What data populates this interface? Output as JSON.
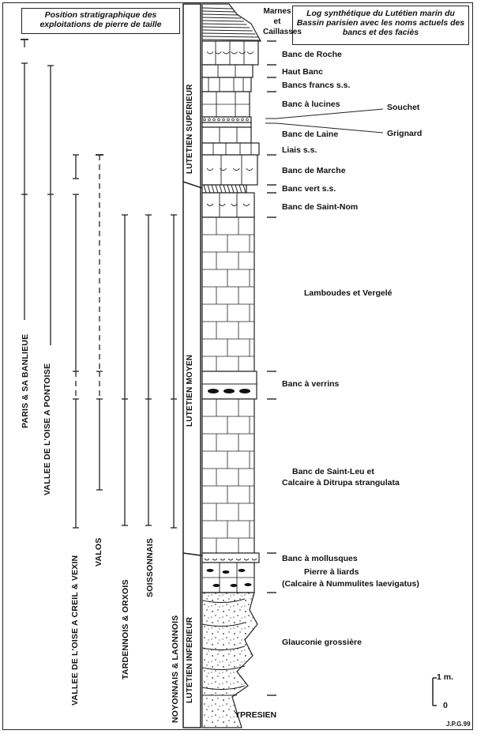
{
  "left_box_title": "Position stratigraphique des exploitations de pierre de taille",
  "right_box_title": "Log synthétique du Lutétien marin du Bassin parisien avec les noms actuels des bancs et des faciès",
  "top_label": "Marnes et Caillasses",
  "regions": [
    {
      "label": "PARIS & SA BANLIEUE"
    },
    {
      "label": "VALLEE DE L'OISE A PONTOISE"
    },
    {
      "label": "VALLEE DE L'OISE A CREIL & VEXIN"
    },
    {
      "label": "VALOS"
    },
    {
      "label": "TARDENNOIS & ORXOIS"
    },
    {
      "label": "SOISSONNAIS"
    },
    {
      "label": "NOYONNAIS & LAONNOIS"
    }
  ],
  "stages": {
    "superieur": "LUTETIEN SUPERIEUR",
    "moyen": "LUTETIEN MOYEN",
    "inferieur": "LUTETIEN INFERIEUR"
  },
  "beds": [
    {
      "label": "Banc de Roche"
    },
    {
      "label": "Haut Banc"
    },
    {
      "label": "Bancs francs s.s."
    },
    {
      "label": "Banc à lucines"
    },
    {
      "label": "Banc de Laine"
    },
    {
      "label": "Liais s.s."
    },
    {
      "label": "Banc de Marche"
    },
    {
      "label": "Banc vert s.s."
    },
    {
      "label": "Banc de Saint-Nom"
    },
    {
      "label": "Lamboudes et Vergelé"
    },
    {
      "label": "Banc à verrins"
    },
    {
      "label": "Banc de Saint-Leu et"
    },
    {
      "label": "Calcaire à Ditrupa strangulata"
    },
    {
      "label": "Banc à mollusques"
    },
    {
      "label": "Pierre à liards"
    },
    {
      "label": "(Calcaire à Nummulites laevigatus)"
    },
    {
      "label": "Glauconie grossière"
    }
  ],
  "souchet": "Souchet",
  "grignard": "Grignard",
  "ypresien": "YPRESIEN",
  "scale_top": "1 m.",
  "scale_bottom": "0",
  "signature": "J.P.G.99"
}
